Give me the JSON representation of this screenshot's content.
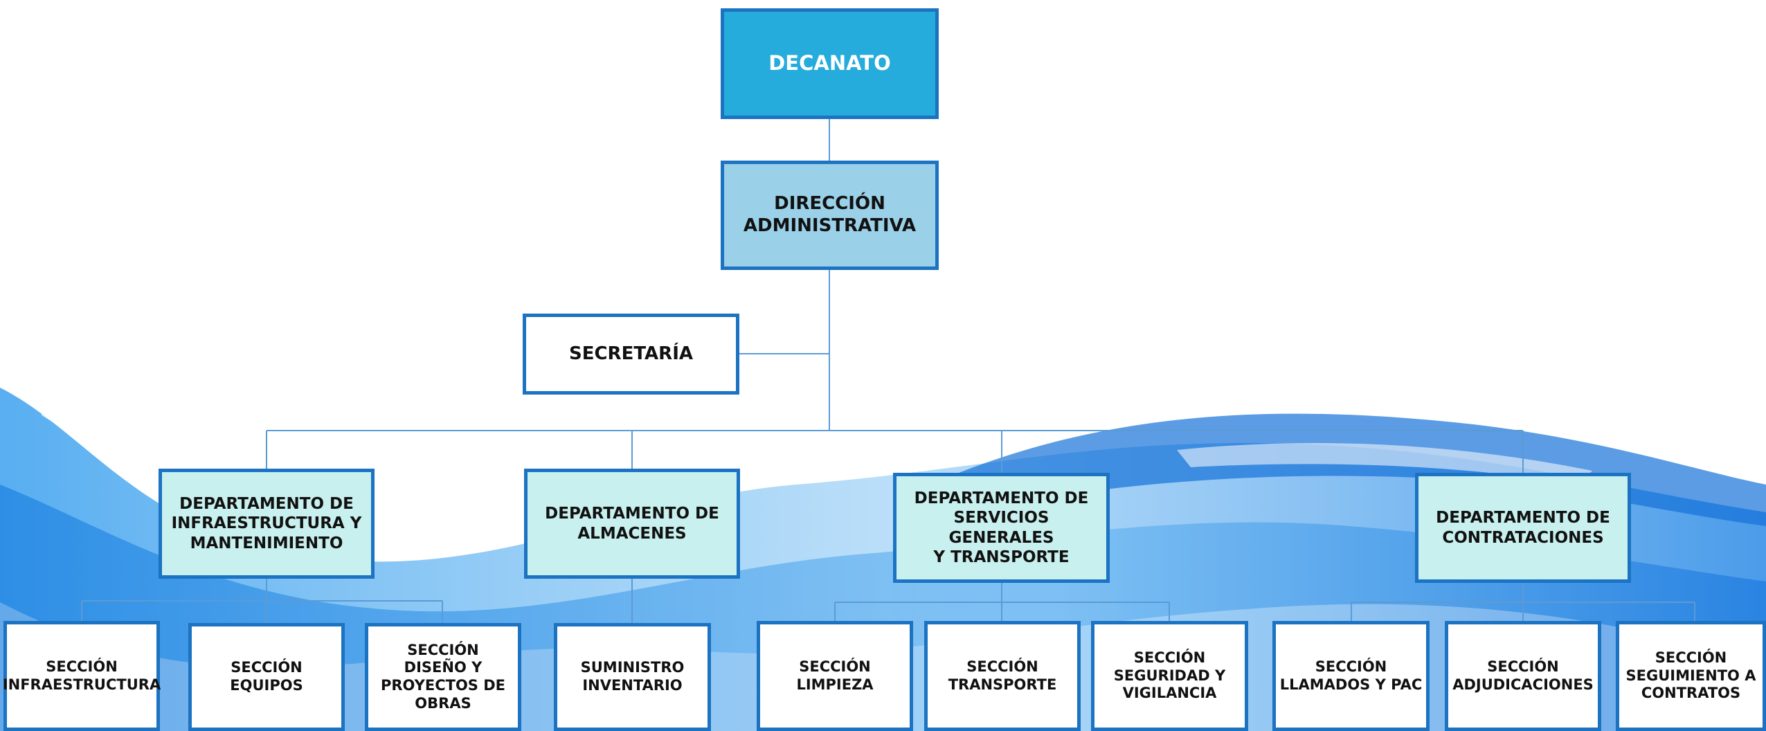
{
  "org": {
    "root": "DECANATO",
    "direccion": "DIRECCIÓN\nADMINISTRATIVA",
    "secretaria": "SECRETARÍA",
    "departments": [
      {
        "name": "DEPARTAMENTO DE\nINFRAESTRUCTURA Y\nMANTENIMIENTO",
        "sections": [
          "SECCIÓN\nINFRAESTRUCTURA",
          "SECCIÓN\nEQUIPOS",
          "SECCIÓN\nDISEÑO Y\nPROYECTOS DE\nOBRAS"
        ]
      },
      {
        "name": "DEPARTAMENTO DE\nALMACENES",
        "sections": [
          "SUMINISTRO\nINVENTARIO"
        ]
      },
      {
        "name": "DEPARTAMENTO DE\nSERVICIOS GENERALES\nY TRANSPORTE",
        "sections": [
          "SECCIÓN\nLIMPIEZA",
          "SECCIÓN\nTRANSPORTE",
          "SECCIÓN\nSEGURIDAD Y\nVIGILANCIA"
        ]
      },
      {
        "name": "DEPARTAMENTO DE\nCONTRATACIONES",
        "sections": [
          "SECCIÓN\nLLAMADOS  Y PAC",
          "SECCIÓN\nADJUDICACIONES",
          "SECCIÓN\nSEGUIMIENTO A\nCONTRATOS"
        ]
      }
    ]
  },
  "colors": {
    "border": "#1b73c2",
    "connector": "#5b9bd5",
    "root_fill": "#25acdc",
    "direccion_fill": "#9ad0e8",
    "department_fill": "#c8f0ee",
    "section_fill": "#ffffff"
  }
}
